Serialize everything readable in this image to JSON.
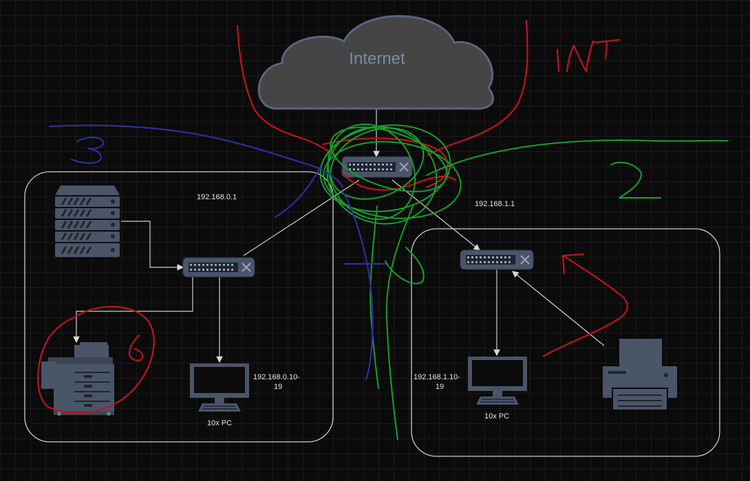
{
  "cloud": {
    "label": "Internet"
  },
  "left_network": {
    "gateway_ip": "192.168.0.1",
    "pc_ip_line1": "192.168.0.10-",
    "pc_ip_line2": "19",
    "pc_label": "10x PC"
  },
  "right_network": {
    "gateway_ip": "192.168.1.1",
    "pc_ip_line1": "192.168.1.10-",
    "pc_ip_line2": "19",
    "pc_label": "10x PC"
  },
  "annotations": {
    "int": "INT",
    "zone_2": "2",
    "zone_3": "3",
    "zone_6": "6"
  },
  "colors": {
    "background": "#0b0b0b",
    "frame": "#cfcfcf",
    "device": "#4a5568",
    "annotation_red": "#c0141c",
    "annotation_green": "#17a02c",
    "annotation_blue": "#2c2ea0"
  }
}
